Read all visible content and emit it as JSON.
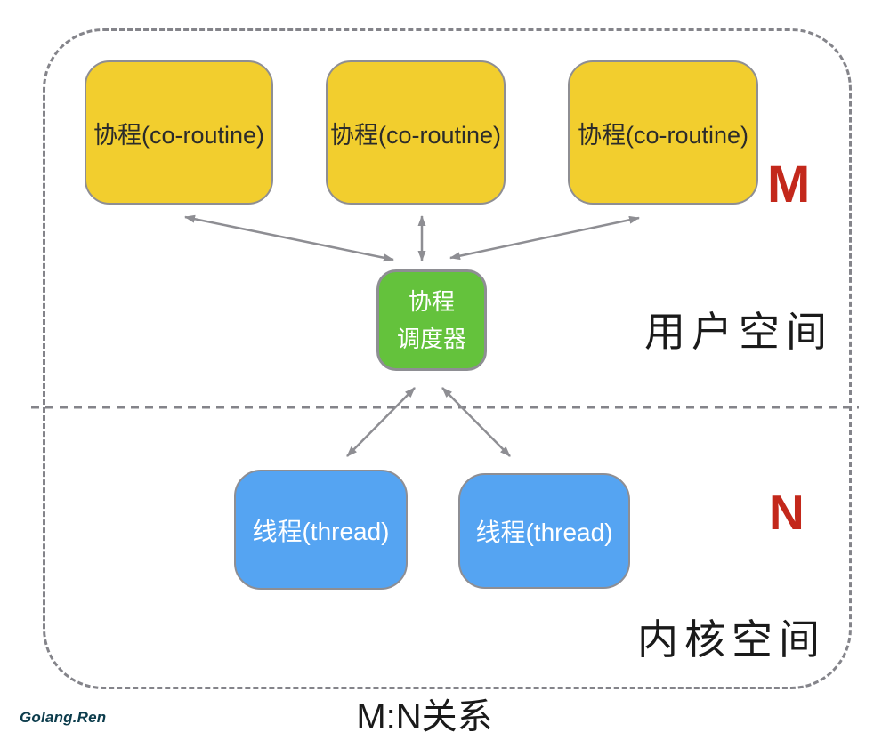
{
  "colors": {
    "coroutine_fill": "#F2CE2E",
    "coroutine_text": "#2B2B2B",
    "scheduler_fill": "#64C23C",
    "thread_fill": "#55A4F2",
    "box_border": "#8E8E93",
    "line_gray": "#84848A",
    "arrow_gray": "#8E8E93",
    "accent_red": "#C3281B",
    "label_black": "#1A1A1A",
    "watermark_teal": "#0C3C4C"
  },
  "coroutines": [
    {
      "label": "协程(co-routine)"
    },
    {
      "label": "协程(co-routine)"
    },
    {
      "label": "协程(co-routine)"
    }
  ],
  "scheduler": {
    "line1": "协程",
    "line2": "调度器"
  },
  "threads": [
    {
      "label": "线程(thread)"
    },
    {
      "label": "线程(thread)"
    }
  ],
  "annotations": {
    "m_label": "M",
    "n_label": "N",
    "user_space": "用户空间",
    "kernel_space": "内核空间"
  },
  "title": "M:N关系",
  "watermark": "Golang.Ren"
}
